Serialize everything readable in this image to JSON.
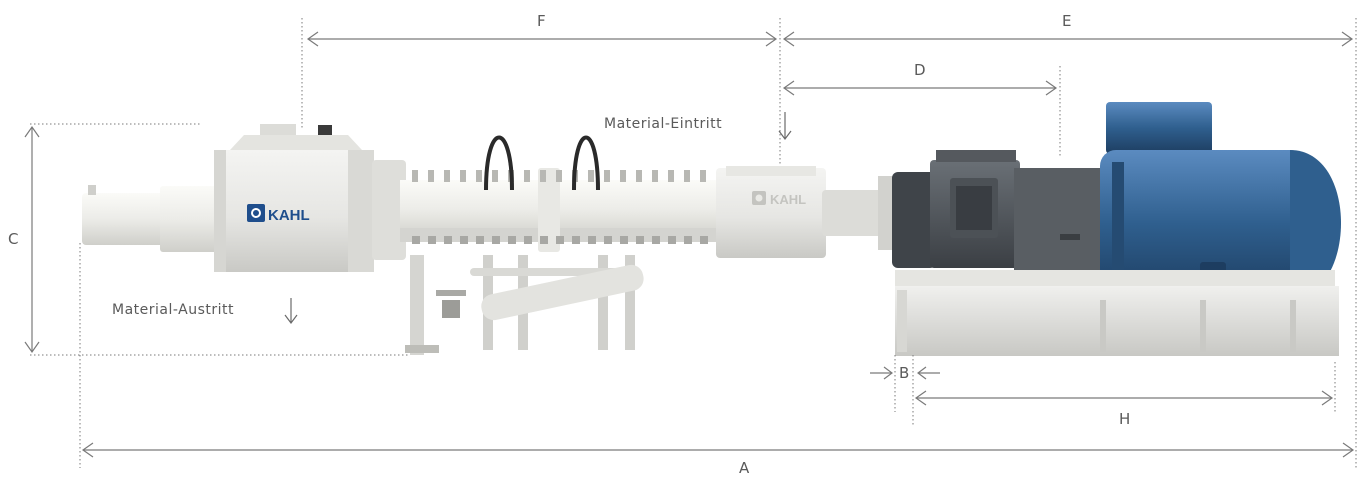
{
  "labels": {
    "material_inlet": "Material-Eintritt",
    "material_outlet": "Material-Austritt"
  },
  "dimensions": {
    "a": "A",
    "b": "B",
    "c": "C",
    "d": "D",
    "e": "E",
    "f": "F",
    "h": "H"
  },
  "branding": {
    "logo_text": "KAHL",
    "logo_text_secondary": "KAHL"
  },
  "colors": {
    "dimension_line": "#7a7a7a",
    "machine_body": "#e9e9e6",
    "motor_blue": "#2f5f8e",
    "gearbox": "#4c5156",
    "logo_blue": "#1f4e8c"
  }
}
